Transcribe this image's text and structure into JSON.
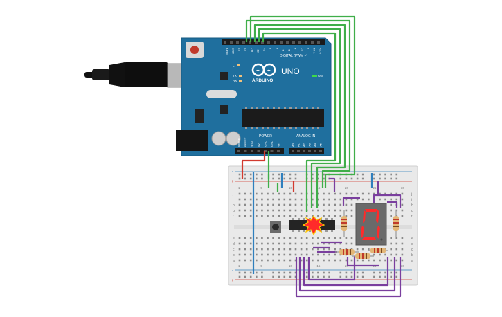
{
  "board": {
    "brand": "ARDUINO",
    "model": "UNO",
    "digital_header": "DIGITAL (PWM ~)",
    "digital_pins": [
      "AREF",
      "GND",
      "13",
      "12",
      "~11",
      "~10",
      "~9",
      "8",
      "7",
      "~6",
      "~5",
      "4",
      "~3",
      "2",
      "TX 1",
      "RX 0"
    ],
    "power_label": "POWER",
    "power_pins": [
      "IOREF",
      "RESET",
      "3.3V",
      "5V",
      "GND",
      "GND",
      "Vin"
    ],
    "analog_label": "ANALOG IN",
    "analog_pins": [
      "A0",
      "A1",
      "A2",
      "A3",
      "A4",
      "A5"
    ],
    "led_l": "L",
    "led_tx": "TX",
    "led_rx": "RX",
    "led_on": "ON"
  },
  "breadboard": {
    "row_letters_top": [
      "j",
      "i",
      "h",
      "g",
      "f"
    ],
    "row_letters_bottom": [
      "e",
      "d",
      "c",
      "b",
      "a"
    ],
    "col_numbers": [
      "1",
      "5",
      "10",
      "15",
      "20",
      "25",
      "30"
    ],
    "rail_plus": "+",
    "rail_minus": "-"
  },
  "display": {
    "digit": "0"
  },
  "colors": {
    "board": "#1f6f9e",
    "wire_green": "#3fae49",
    "wire_purple": "#7a3f9e",
    "wire_red": "#d23a2f",
    "wire_blue": "#2f7fbd",
    "segment_red": "#ff2a2a"
  }
}
